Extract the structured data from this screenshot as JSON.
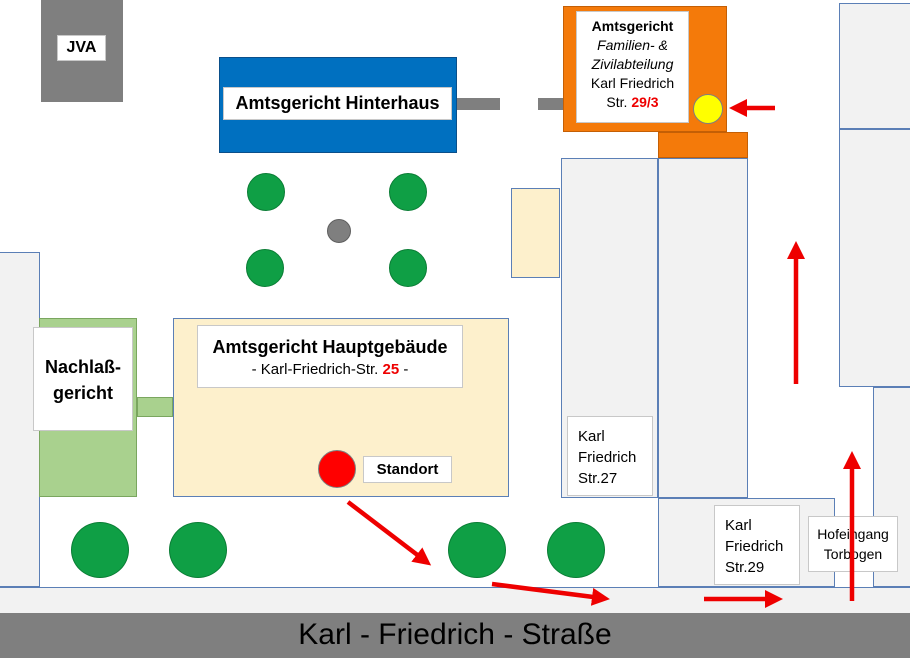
{
  "buildings": {
    "jva": "JVA",
    "hinterhaus": "Amtsgericht Hinterhaus",
    "family_court": {
      "title": "Amtsgericht",
      "subtitle_line1": "Familien- &",
      "subtitle_line2": "Zivilabteilung",
      "street": "Karl Friedrich",
      "number_prefix": "Str. ",
      "number": "29/3"
    },
    "nachlass_line1": "Nachlaß-",
    "nachlass_line2": "gericht",
    "main": {
      "title": "Amtsgericht Hauptgebäude",
      "street_prefix": "- Karl-Friedrich-Str. ",
      "number": "25",
      "street_suffix": " -"
    },
    "kf27": {
      "line1": "Karl",
      "line2": "Friedrich",
      "line3": "Str.27"
    },
    "kf29": {
      "line1": "Karl",
      "line2": "Friedrich",
      "line3": "Str.29"
    },
    "hofeingang": {
      "line1": "Hofeingang",
      "line2": "Torbogen"
    }
  },
  "standort": "Standort",
  "street_name": "Karl - Friedrich - Straße",
  "colors": {
    "hinterhaus_blue": "#0070c0",
    "family_orange": "#f47a0a",
    "main_beige": "#fdf0cc",
    "nachlass_green": "#a9d18e",
    "tree_green": "#0f9f45",
    "arrow_red": "#ee0000",
    "street_gray": "#7f7f7f",
    "jva_gray": "#7f7f7f"
  }
}
